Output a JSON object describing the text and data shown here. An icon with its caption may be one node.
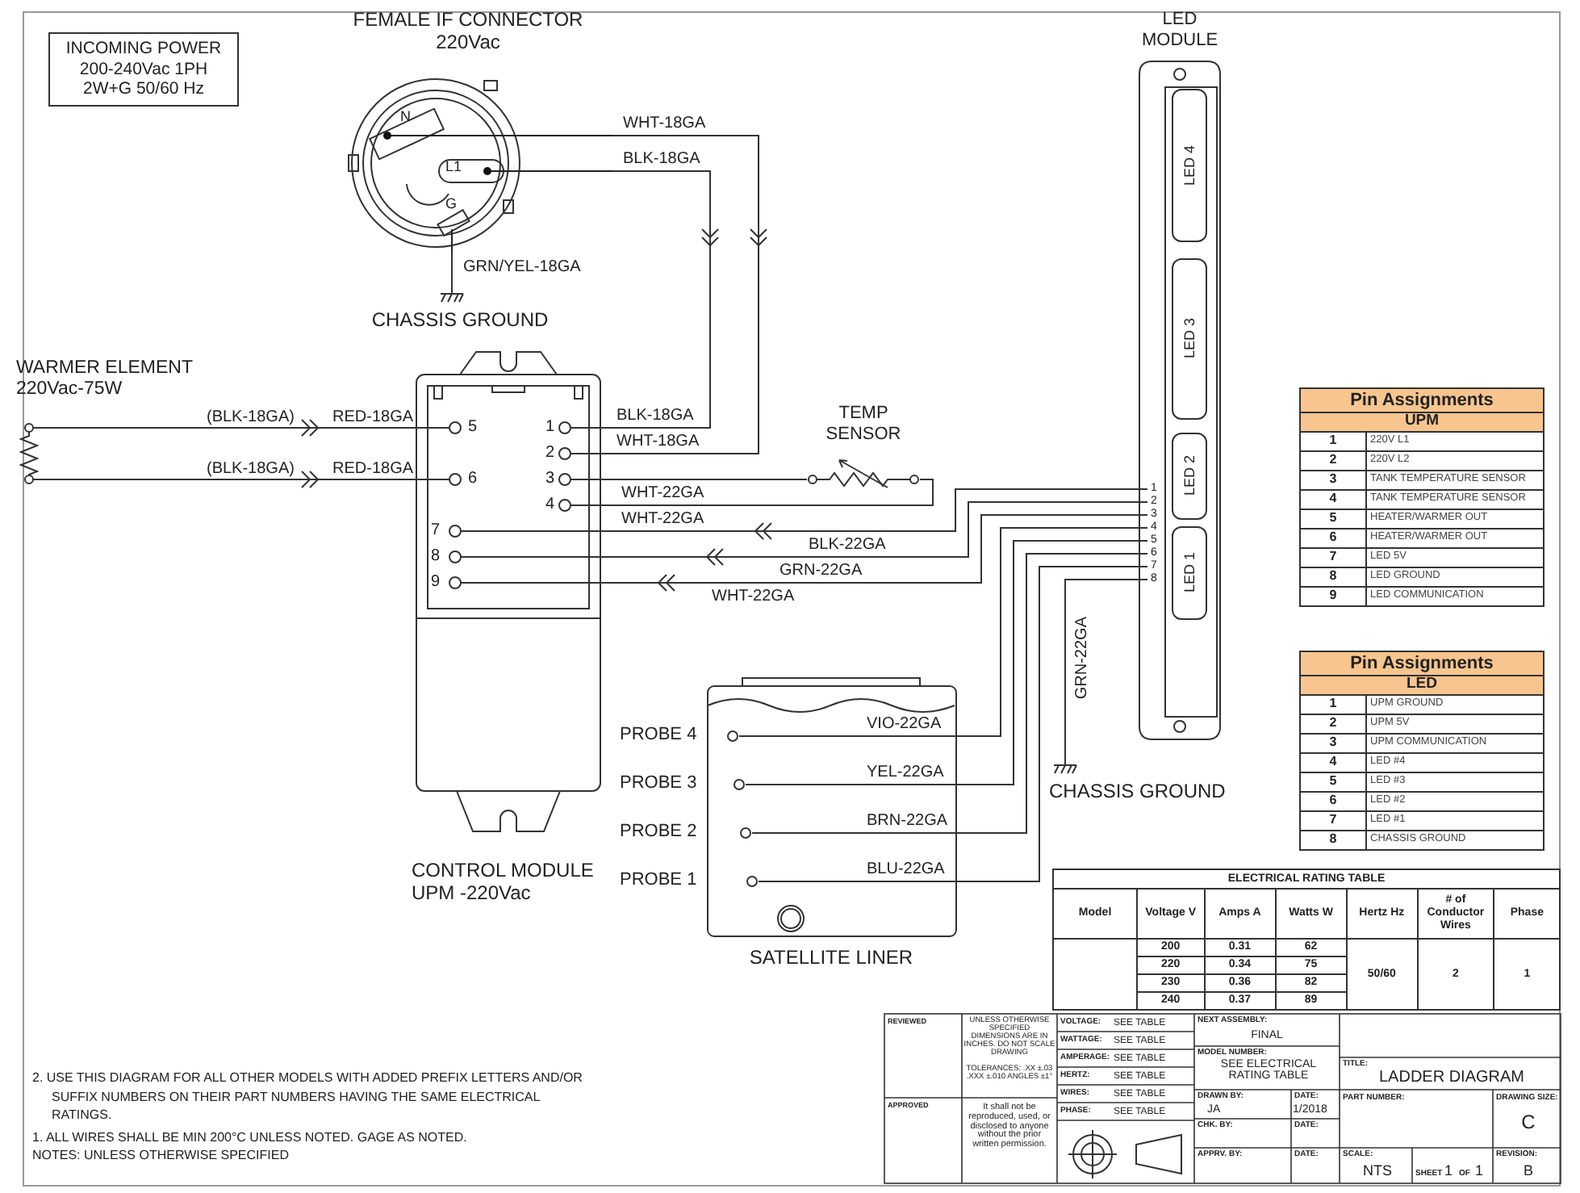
{
  "diagram": {
    "nodes": [
      {
        "text": [
          "INCOMING POWER 200-240Vac 1PH 2W+G 50/60 Hz"
        ]
      },
      {
        "text": [
          "FEMALE IF CONNECTOR 220Vac"
        ]
      },
      {
        "text": [
          "CHASSIS GROUND"
        ]
      },
      {
        "text": [
          "WARMER ELEMENT 220Vac-75W"
        ]
      },
      {
        "text": [
          "CONTROL MODULE UPM -220Vac"
        ]
      },
      {
        "text": [
          "TEMP SENSOR"
        ]
      },
      {
        "text": [
          "LED MODULE"
        ]
      },
      {
        "text": [
          "LED 4"
        ],
        "in": 6
      },
      {
        "text": [
          "LED 3"
        ],
        "in": 6
      },
      {
        "text": [
          "LED 2"
        ],
        "in": 6
      },
      {
        "text": [
          "LED 1"
        ],
        "in": 6
      },
      {
        "text": [
          "CHASSIS GROUND"
        ]
      },
      {
        "text": [
          "SATELLITE LINER"
        ]
      },
      {
        "text": [
          "PROBE 4"
        ],
        "in": 12
      },
      {
        "text": [
          "PROBE 3"
        ],
        "in": 12
      },
      {
        "text": [
          "PROBE 2"
        ],
        "in": 12
      },
      {
        "text": [
          "PROBE 1"
        ],
        "in": 12
      }
    ],
    "edges": [
      {
        "from": 1,
        "to": 4,
        "label": "WHT-18GA",
        "arrow": "to"
      },
      {
        "from": 1,
        "to": 4,
        "label": "BLK-18GA",
        "arrow": "to"
      },
      {
        "from": 1,
        "to": 2,
        "label": "GRN/YEL-18GA",
        "arrow": "none"
      },
      {
        "from": 3,
        "to": 4,
        "label": "RED-18GA",
        "arrow": "to"
      },
      {
        "from": 3,
        "to": 4,
        "label": "RED-18GA",
        "arrow": "to"
      },
      {
        "from": 4,
        "to": 5,
        "label": "WHT-22GA",
        "arrow": "none"
      },
      {
        "from": 4,
        "to": 5,
        "label": "WHT-22GA",
        "arrow": "none"
      },
      {
        "from": 6,
        "to": 4,
        "label": "BLK-22GA",
        "arrow": "to"
      },
      {
        "from": 6,
        "to": 4,
        "label": "GRN-22GA",
        "arrow": "to"
      },
      {
        "from": 6,
        "to": 4,
        "label": "WHT-22GA",
        "arrow": "to"
      },
      {
        "from": 6,
        "to": 13,
        "label": "VIO-22GA",
        "arrow": "none"
      },
      {
        "from": 6,
        "to": 14,
        "label": "YEL-22GA",
        "arrow": "none"
      },
      {
        "from": 6,
        "to": 15,
        "label": "BRN-22GA",
        "arrow": "none"
      },
      {
        "from": 6,
        "to": 16,
        "label": "BLU-22GA",
        "arrow": "none"
      },
      {
        "from": 6,
        "to": 11,
        "label": "GRN-22GA",
        "arrow": "none"
      }
    ],
    "labels": [
      "N",
      "L1",
      "G",
      "(BLK-18GA)",
      "(BLK-18GA)",
      "5",
      "1",
      "2",
      "6",
      "3",
      "4",
      "7",
      "8",
      "9",
      "BLK-18GA",
      "WHT-18GA",
      "1",
      "2",
      "3",
      "4",
      "5",
      "6",
      "7",
      "8",
      "Pin Assignments",
      "UPM",
      "1",
      "220V L1",
      "2",
      "220V L2",
      "3",
      "TANK TEMPERATURE SENSOR",
      "4",
      "TANK TEMPERATURE SENSOR",
      "5",
      "HEATER/WARMER OUT",
      "6",
      "HEATER/WARMER OUT",
      "7",
      "LED 5V",
      "8",
      "LED GROUND",
      "9",
      "LED COMMUNICATION",
      "Pin Assignments",
      "LED",
      "1",
      "UPM GROUND",
      "2",
      "UPM 5V",
      "3",
      "UPM COMMUNICATION",
      "4",
      "LED #4",
      "5",
      "LED #3",
      "6",
      "LED #2",
      "7",
      "LED #1",
      "8",
      "CHASSIS GROUND",
      "ELECTRICAL RATING TABLE",
      "Model",
      "Voltage V",
      "Amps A",
      "Watts W",
      "Hertz Hz",
      "# of Conductor Wires",
      "Phase",
      "200",
      "0.31",
      "62",
      "50/60",
      "2",
      "1",
      "220",
      "0.34",
      "75",
      "230",
      "0.36",
      "82",
      "240",
      "0.37",
      "89",
      "REVIEWED",
      "UNLESS OTHERWISE SPECIFIED DIMENSIONS ARE IN INCHES. DO NOT SCALE DRAWING",
      "TOLERANCES: .XX ±.03 .XXX ±.010 ANGLES ±1°",
      "VOLTAGE:",
      "SEE TABLE",
      "WATTAGE:",
      "SEE TABLE",
      "AMPERAGE:",
      "SEE TABLE",
      "HERTZ:",
      "SEE TABLE",
      "WIRES:",
      "SEE TABLE",
      "PHASE:",
      "SEE TABLE",
      "NEXT ASSEMBLY:",
      "FINAL",
      "MODEL NUMBER:",
      "SEE ELECTRICAL RATING TABLE",
      "TITLE:",
      "LADDER DIAGRAM",
      "APPROVED",
      "It shall not be reproduced, used, or disclosed to anyone without the prior written permission.",
      "DRAWN BY:",
      "JA",
      "DATE:",
      "1/2018",
      "PART NUMBER:",
      "DRAWING SIZE:",
      "C",
      "CHK. BY:",
      "DATE:",
      "APPRV. BY:",
      "DATE:",
      "SCALE:",
      "NTS",
      "SHEET",
      "1",
      "OF",
      "1",
      "REVISION:",
      "B",
      "2. USE THIS DIAGRAM FOR ALL OTHER MODELS WITH ADDED PREFIX LETTERS AND/OR SUFFIX NUMBERS ON THEIR PART NUMBERS HAVING THE SAME ELECTRICAL RATINGS.",
      "1. ALL WIRES SHALL BE MIN 200°C UNLESS NOTED. GAGE AS NOTED.",
      "NOTES: UNLESS OTHERWISE SPECIFIED"
    ]
  }
}
